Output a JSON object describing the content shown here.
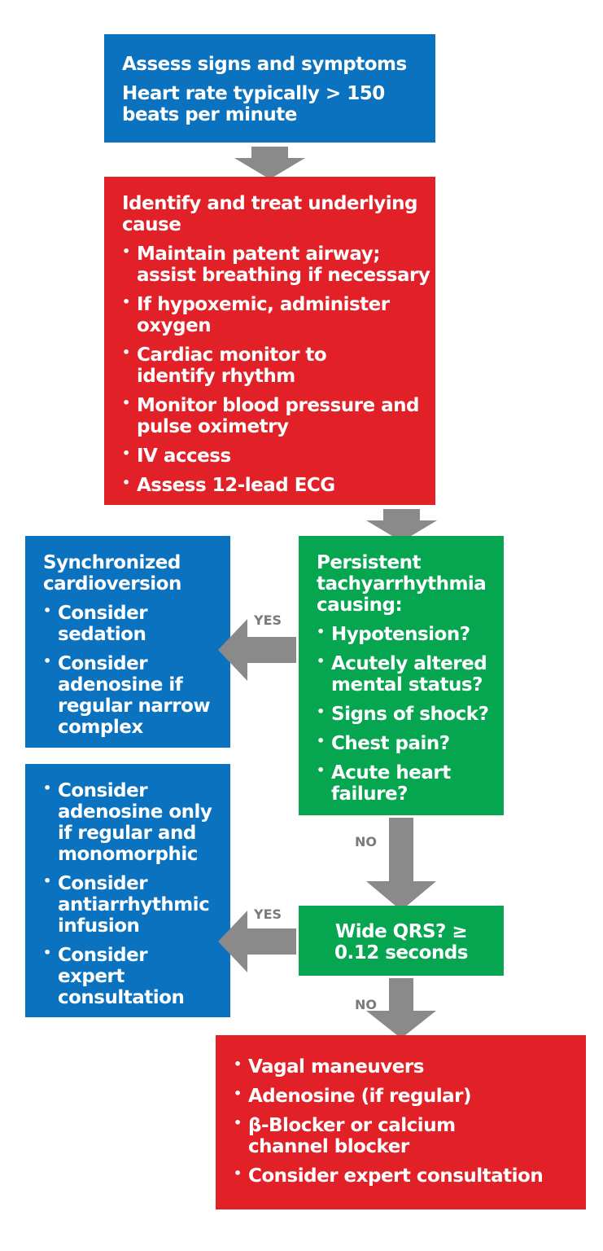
{
  "colors": {
    "blue": "#0a72be",
    "red": "#e12127",
    "green": "#06a550",
    "arrow": "#8a8a8a",
    "label": "#7a7a7a"
  },
  "assess": {
    "title": "Assess signs and symptoms",
    "hr": [
      "Heart rate typically > 150",
      "beats per minute"
    ]
  },
  "identify": {
    "title": [
      "Identify and treat underlying",
      "cause"
    ],
    "items": [
      [
        "Maintain patent airway;",
        "assist breathing if necessary"
      ],
      [
        "If hypoxemic, administer",
        "oxygen"
      ],
      [
        "Cardiac monitor to",
        "identify rhythm"
      ],
      [
        "Monitor blood pressure and",
        "pulse oximetry"
      ],
      [
        "IV access"
      ],
      [
        "Assess 12-lead ECG"
      ]
    ]
  },
  "sync": {
    "title": [
      "Synchronized",
      "cardioversion"
    ],
    "items": [
      [
        "Consider",
        "sedation"
      ],
      [
        "Consider",
        "adenosine if",
        "regular narrow",
        "complex"
      ]
    ]
  },
  "persistent": {
    "title": [
      "Persistent",
      "tachyarrhythmia",
      "causing:"
    ],
    "items": [
      [
        "Hypotension?"
      ],
      [
        "Acutely altered",
        "mental status?"
      ],
      [
        "Signs of shock?"
      ],
      [
        "Chest pain?"
      ],
      [
        "Acute heart",
        "failure?"
      ]
    ]
  },
  "wide_treat": {
    "items": [
      [
        "Consider",
        "adenosine only",
        "if regular and",
        "monomorphic"
      ],
      [
        "Consider",
        "antiarrhythmic",
        "infusion"
      ],
      [
        "Consider",
        "expert",
        "consultation"
      ]
    ]
  },
  "wide_qrs": {
    "lines": [
      "Wide QRS? ≥",
      "0.12 seconds"
    ]
  },
  "narrow_treat": {
    "items": [
      [
        "Vagal maneuvers"
      ],
      [
        "Adenosine (if regular)"
      ],
      [
        "β-Blocker or calcium",
        "channel blocker"
      ],
      [
        "Consider expert consultation"
      ]
    ]
  },
  "labels": {
    "yes1": "YES",
    "no1": "NO",
    "yes2": "YES",
    "no2": "NO"
  }
}
